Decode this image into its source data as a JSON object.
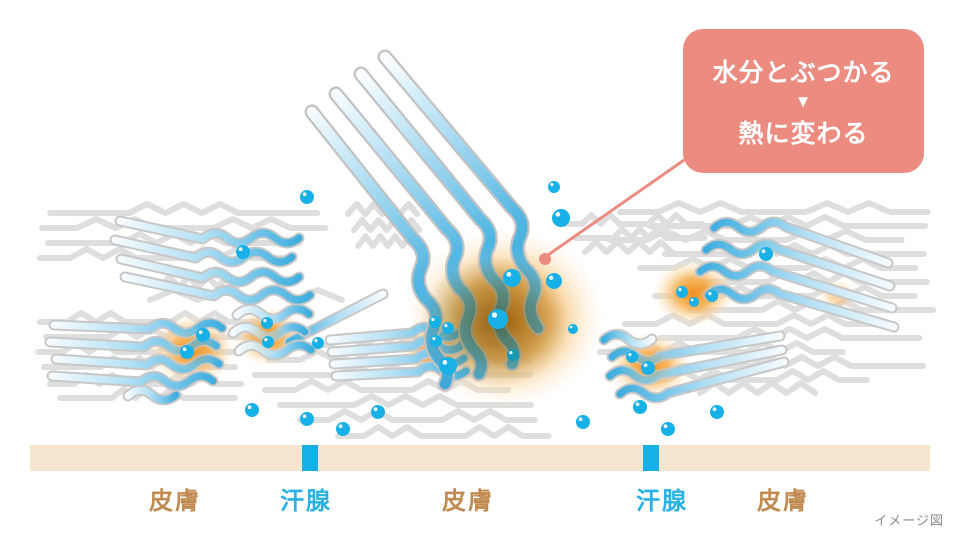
{
  "callout": {
    "line1": "水分とぶつかる",
    "arrow": "▼",
    "line2": "熱に変わる"
  },
  "bottom_labels": [
    {
      "text": "皮膚",
      "type": "skin"
    },
    {
      "text": "汗腺",
      "type": "sweat-gland"
    },
    {
      "text": "皮膚",
      "type": "skin"
    },
    {
      "text": "汗腺",
      "type": "sweat-gland"
    },
    {
      "text": "皮膚",
      "type": "skin"
    }
  ],
  "caption": "イメージ図",
  "icons": {
    "water_droplet": "●",
    "heat_point": "●",
    "down_arrow": "▼"
  },
  "colors": {
    "salmon": "#EC8B80",
    "droplet-blue": "#17B0E7",
    "teal-droplet": "#1699B1",
    "gland-blue": "#14B0E6",
    "skin-beige": "#F4E6CF",
    "skin-text": "#C08A50",
    "gland-text": "#27B1E5",
    "fiber-gray": "#DEDEDE",
    "fiber-blue": "#3FAEDF",
    "heat-orange": "#F0921F",
    "caption-gray": "#8A8A8A"
  }
}
